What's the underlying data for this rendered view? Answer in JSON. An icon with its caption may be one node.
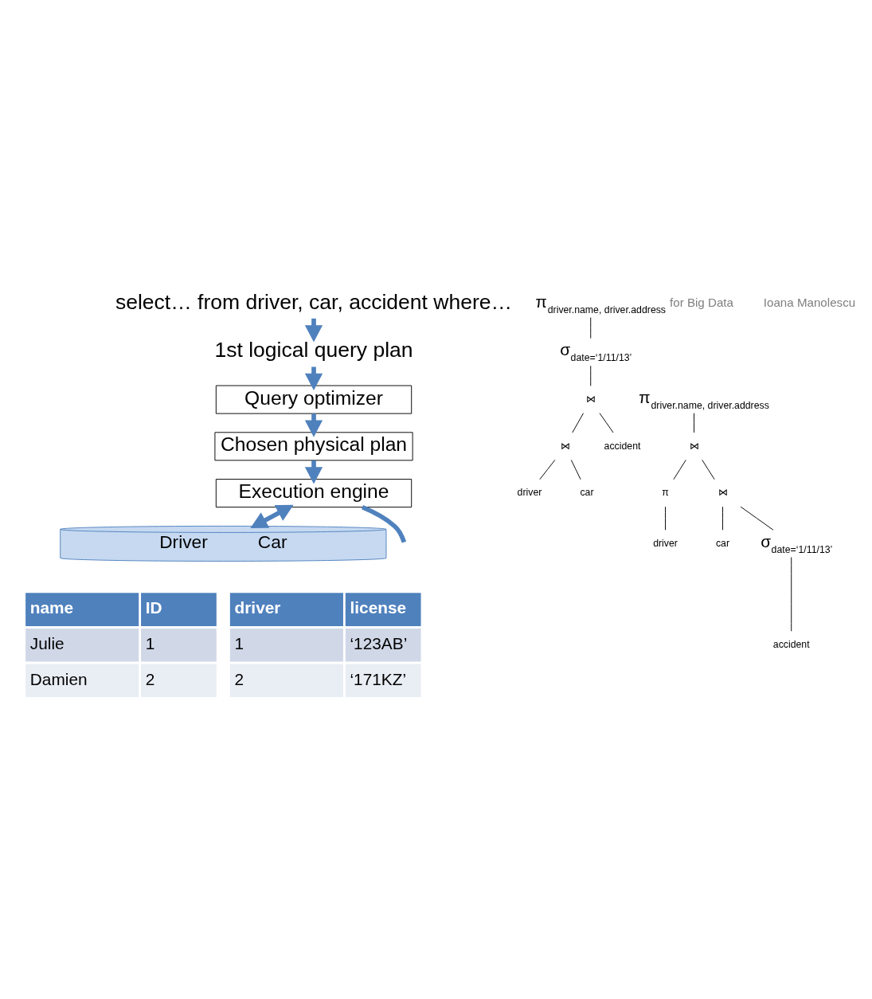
{
  "diagram": {
    "nodes": [
      {
        "text": [
          "select… from driver, car, accident where…"
        ]
      },
      {
        "text": [
          "1st logical query plan"
        ]
      },
      {
        "text": [
          "Query optimizer"
        ]
      },
      {
        "text": [
          "Chosen physical plan"
        ]
      },
      {
        "text": [
          "Execution engine"
        ]
      },
      {
        "text": [
          "Driver",
          "Car"
        ]
      },
      {
        "text": [
          "π",
          "driver.name, driver.address"
        ]
      },
      {
        "text": [
          "σ",
          "date=‘1/11/13’"
        ]
      },
      {
        "text": [
          "⋈"
        ]
      },
      {
        "text": [
          "⋈"
        ]
      },
      {
        "text": [
          "driver"
        ]
      },
      {
        "text": [
          "car"
        ]
      },
      {
        "text": [
          "accident"
        ]
      },
      {
        "text": [
          "π",
          "driver.name, driver.address"
        ]
      },
      {
        "text": [
          "⋈"
        ]
      },
      {
        "text": [
          "π"
        ]
      },
      {
        "text": [
          "⋈"
        ]
      },
      {
        "text": [
          "driver"
        ]
      },
      {
        "text": [
          "car"
        ]
      },
      {
        "text": [
          "σ",
          "date=‘1/11/13’"
        ]
      },
      {
        "text": [
          "accident"
        ]
      }
    ],
    "edges": [
      {
        "from": 0,
        "to": 1,
        "arrow": "to",
        "style": "thick",
        "color": "#4f81bd"
      },
      {
        "from": 1,
        "to": 2,
        "arrow": "to",
        "style": "thick",
        "color": "#4f81bd"
      },
      {
        "from": 2,
        "to": 3,
        "arrow": "to",
        "style": "thick",
        "color": "#4f81bd"
      },
      {
        "from": 3,
        "to": 4,
        "arrow": "to",
        "style": "thick",
        "color": "#4f81bd"
      },
      {
        "from": 4,
        "to": 5,
        "arrow": "both",
        "style": "thick",
        "color": "#4f81bd"
      },
      {
        "from": 4,
        "to": null,
        "arrow": "none",
        "style": "thick",
        "color": "#4f81bd"
      },
      {
        "from": 6,
        "to": 7,
        "arrow": "none"
      },
      {
        "from": 7,
        "to": 8,
        "arrow": "none"
      },
      {
        "from": 8,
        "to": 9,
        "arrow": "none"
      },
      {
        "from": 8,
        "to": 12,
        "arrow": "none"
      },
      {
        "from": 9,
        "to": 10,
        "arrow": "none"
      },
      {
        "from": 9,
        "to": 11,
        "arrow": "none"
      },
      {
        "from": 13,
        "to": 14,
        "arrow": "none"
      },
      {
        "from": 14,
        "to": 15,
        "arrow": "none"
      },
      {
        "from": 14,
        "to": 16,
        "arrow": "none"
      },
      {
        "from": 15,
        "to": 17,
        "arrow": "none"
      },
      {
        "from": 16,
        "to": 18,
        "arrow": "none"
      },
      {
        "from": 16,
        "to": 19,
        "arrow": "none"
      },
      {
        "from": 19,
        "to": 20,
        "arrow": "none"
      }
    ],
    "labels": [
      "name",
      "ID",
      "Julie",
      "1",
      "Damien",
      "2",
      "driver",
      "license",
      "1",
      "‘123AB’",
      "2",
      "‘171KZ’",
      "for Big Data",
      "Ioana Manolescu"
    ]
  }
}
